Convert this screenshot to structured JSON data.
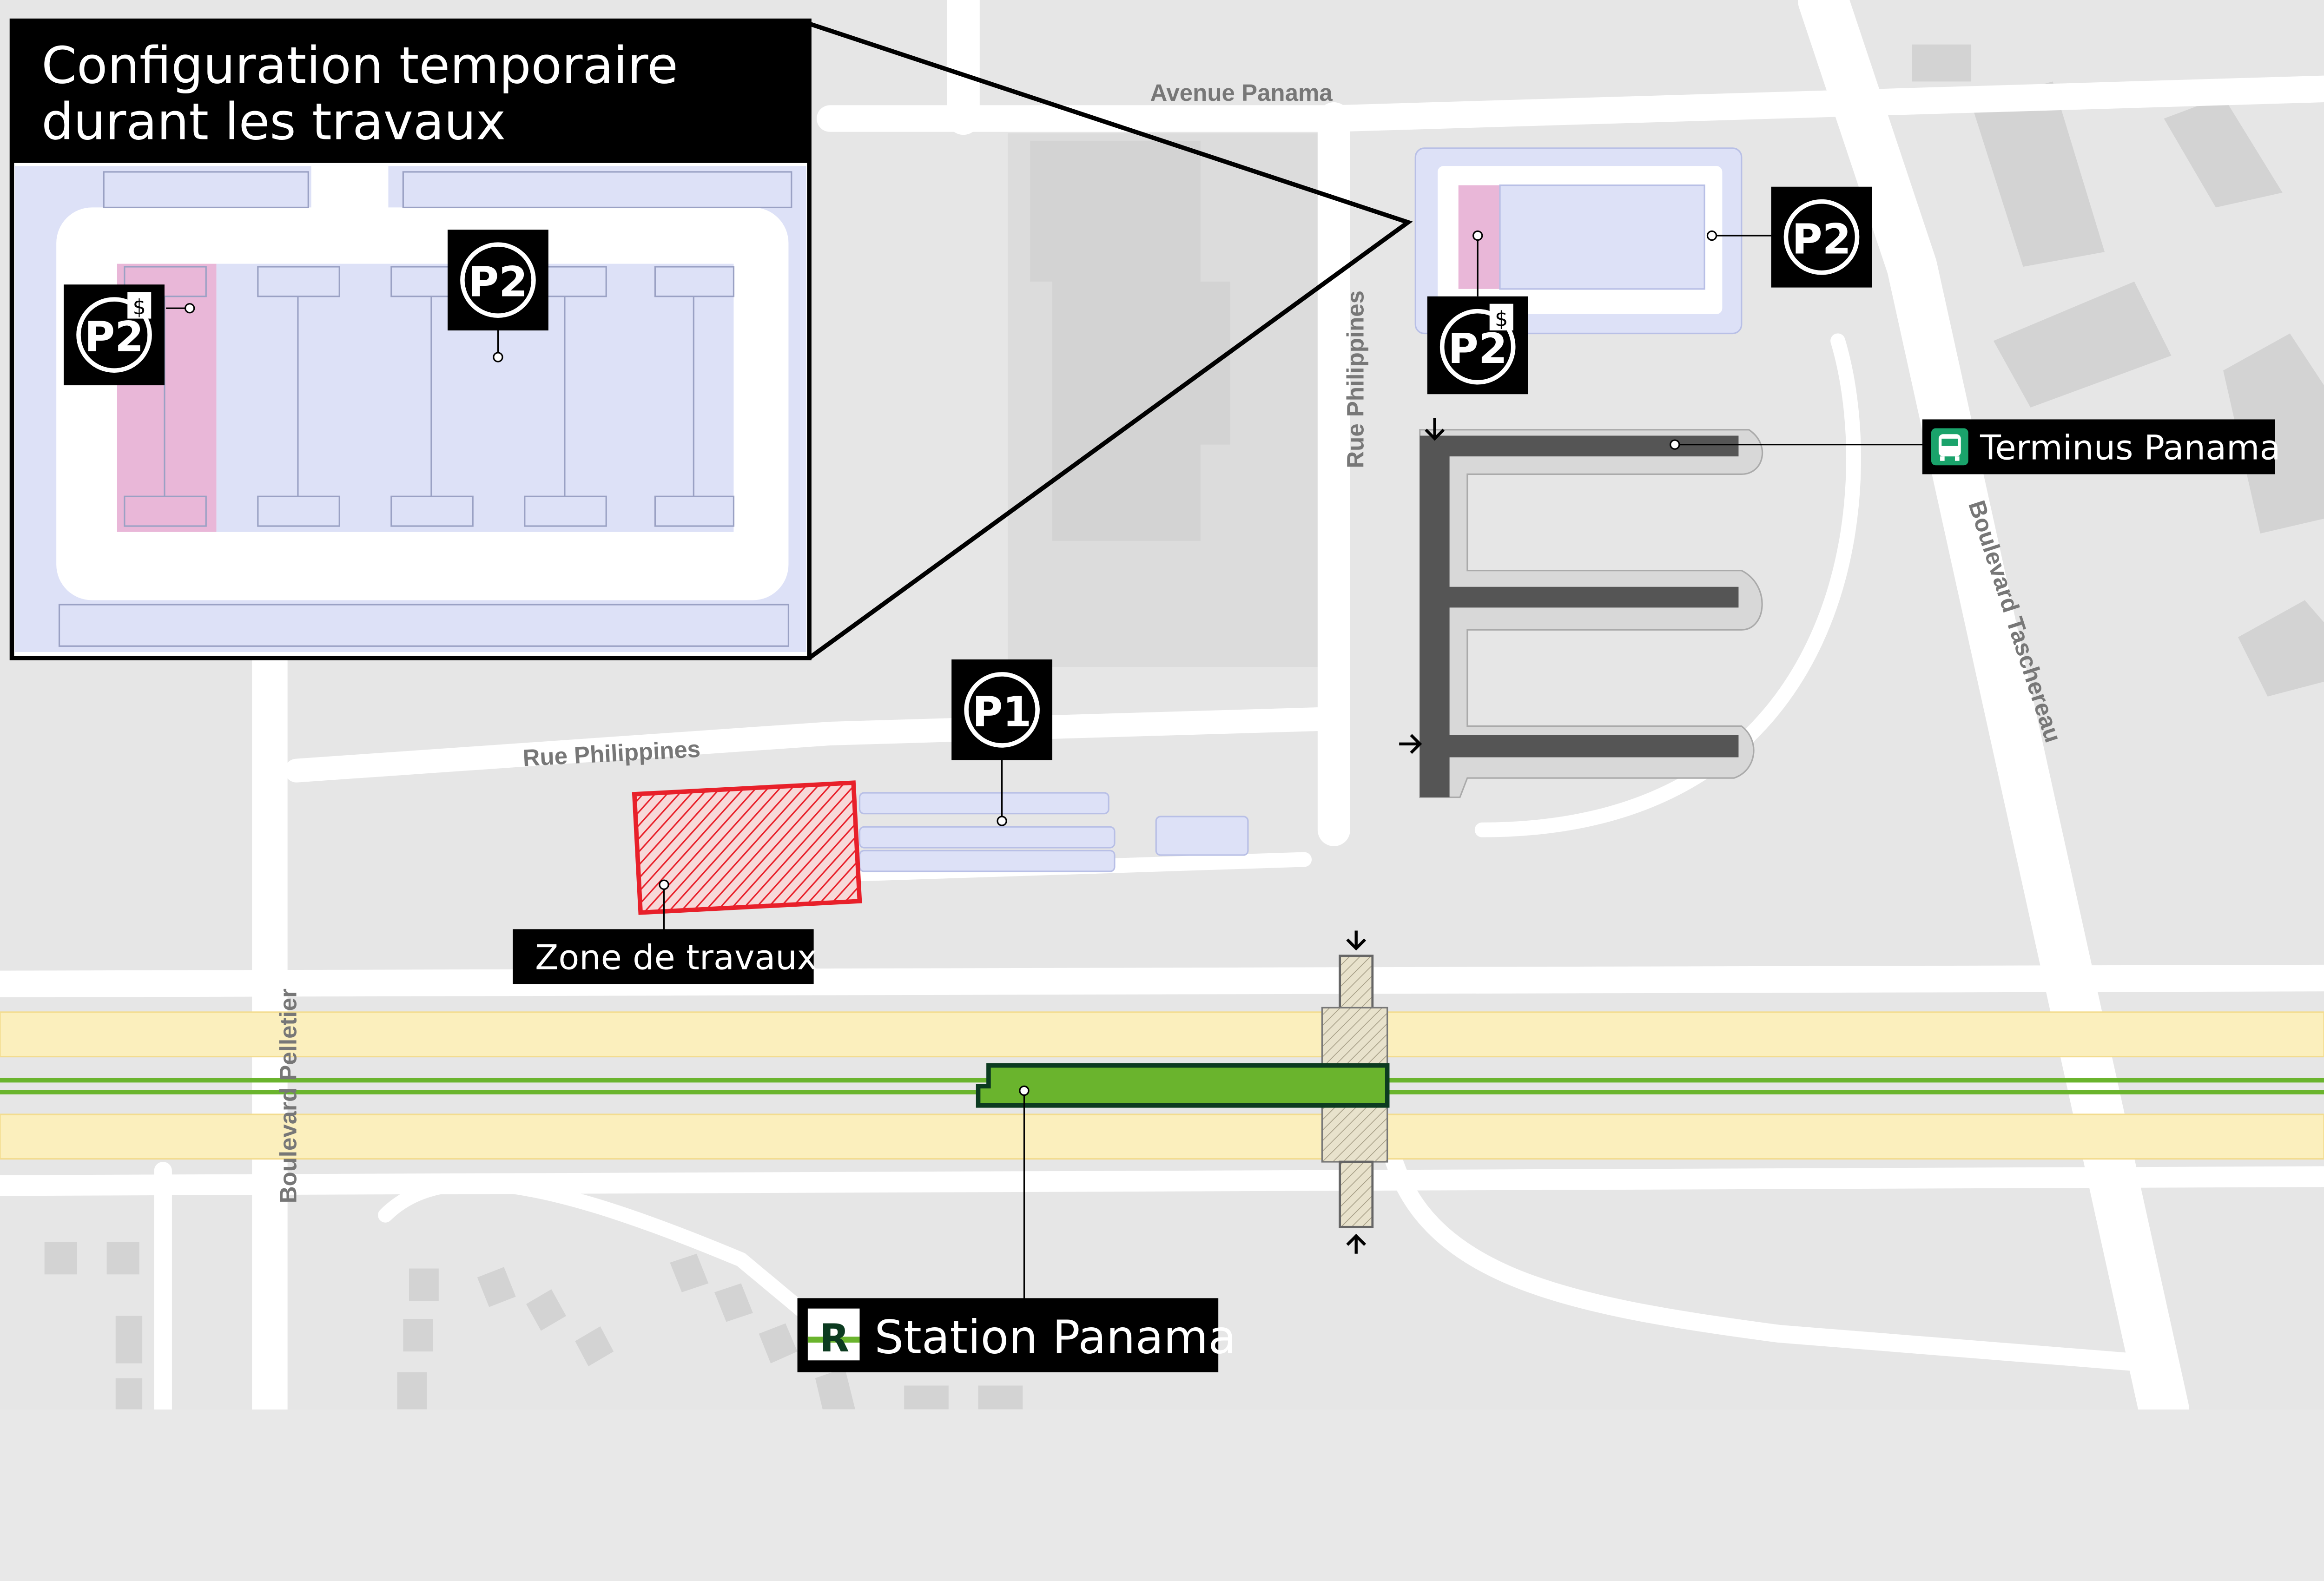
{
  "inset": {
    "title_line1": "Configuration temporaire",
    "title_line2": "durant les travaux",
    "badge_p2": "P2",
    "badge_p2_paid": "P2",
    "paid_symbol": "$"
  },
  "streets": {
    "avenue_panama": "Avenue Panama",
    "rue_philippines_h": "Rue Philippines",
    "rue_philippines_v": "Rue Philippines",
    "boulevard_taschereau": "Boulevard Taschereau",
    "boulevard_pelletier": "Boulevard Pelletier"
  },
  "parking": {
    "p1": "P1",
    "p2": "P2",
    "p2_paid": "P2",
    "paid_symbol": "$"
  },
  "labels": {
    "terminus": "Terminus Panama",
    "zone_travaux": "Zone de travaux",
    "station": "Station Panama",
    "rem_logo": "R"
  },
  "colors": {
    "background": "#e6e6e6",
    "road": "#ffffff",
    "building": "#d3d3d3",
    "rail_corridor": "#fbefbd",
    "rem_green": "#6ab42d",
    "parking": "#dde1f7",
    "paid_parking": "#e9b7d8",
    "work_zone": "#e8202a",
    "terminus_green": "#1aa36b",
    "bus_platform": "#555555"
  },
  "icons": [
    "bus-icon",
    "rem-logo-icon",
    "arrow-icon",
    "parking-badge-icon"
  ]
}
